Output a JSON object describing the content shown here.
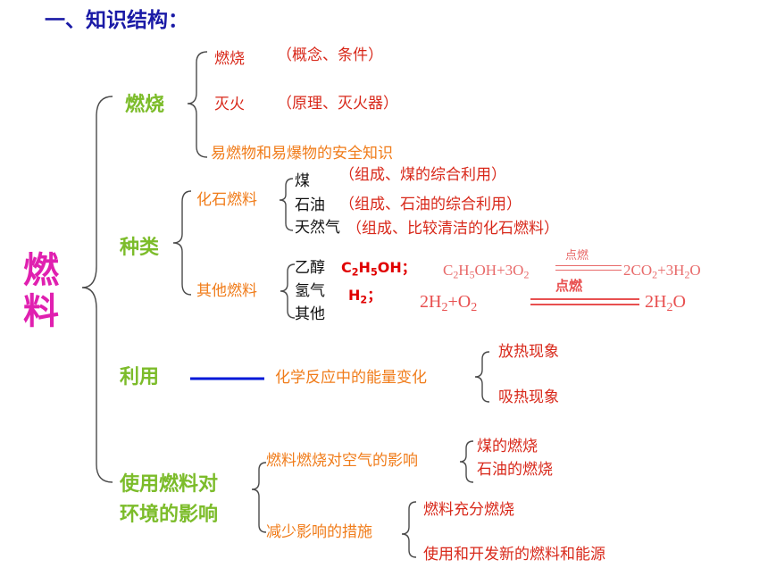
{
  "title": "一、知识结构：",
  "root": [
    "燃",
    "料"
  ],
  "combustion": {
    "label": "燃烧",
    "items": [
      {
        "name": "燃烧",
        "note": "（概念、条件）"
      },
      {
        "name": "灭火",
        "note": "（原理、灭火器）"
      },
      {
        "name": "易燃物和易爆物的安全知识",
        "note": ""
      }
    ]
  },
  "types": {
    "label": "种类",
    "fossil": {
      "label": "化石燃料",
      "items": [
        {
          "name": "煤",
          "note": "（组成、煤的综合利用）"
        },
        {
          "name": "石油",
          "note": "（组成、石油的综合利用）"
        },
        {
          "name": "天然气",
          "note": "（组成、比较清洁的化石燃料）"
        }
      ]
    },
    "other": {
      "label": "其他燃料",
      "items": [
        "乙醇",
        "氢气",
        "其他"
      ],
      "ethanol_formula": {
        "p1": "C",
        "s1": "2",
        "p2": "H",
        "s2": "5",
        "p3": "OH；"
      },
      "hydrogen_formula": {
        "p1": "H",
        "s1": "2",
        "p2": "；"
      },
      "equation1": {
        "lhs_a": "C",
        "lhs_a1": "2",
        "lhs_b": "H",
        "lhs_b1": "5",
        "lhs_c": "OH+3O",
        "lhs_c1": "2",
        "condition": "点燃",
        "rhs_a": "2CO",
        "rhs_a1": "2",
        "rhs_b": "+3H",
        "rhs_b1": "2",
        "rhs_c": "O"
      },
      "equation2": {
        "lhs_a": "2H",
        "lhs_a1": "2",
        "lhs_b": "+O",
        "lhs_b1": "2",
        "condition": "点燃",
        "rhs_a": "2H",
        "rhs_a1": "2",
        "rhs_b": "O"
      }
    }
  },
  "utilization": {
    "label": "利用",
    "middle": "化学反应中的能量变化",
    "items": [
      "放热现象",
      "吸热现象"
    ]
  },
  "environment": {
    "label_line1": "使用燃料对",
    "label_line2": "环境的影响",
    "air": {
      "label": "燃料燃烧对空气的影响",
      "items": [
        "煤的燃烧",
        "石油的燃烧"
      ]
    },
    "measures": {
      "label": "减少影响的措施",
      "items": [
        "燃料充分燃烧",
        "使用和开发新的燃料和能源"
      ]
    }
  },
  "colors": {
    "title": "#1a1aa6",
    "root": "#e020b0",
    "level1": "#7cbc2a",
    "orange": "#f07c1a",
    "red": "#e00000",
    "connector": "#0018d8"
  }
}
